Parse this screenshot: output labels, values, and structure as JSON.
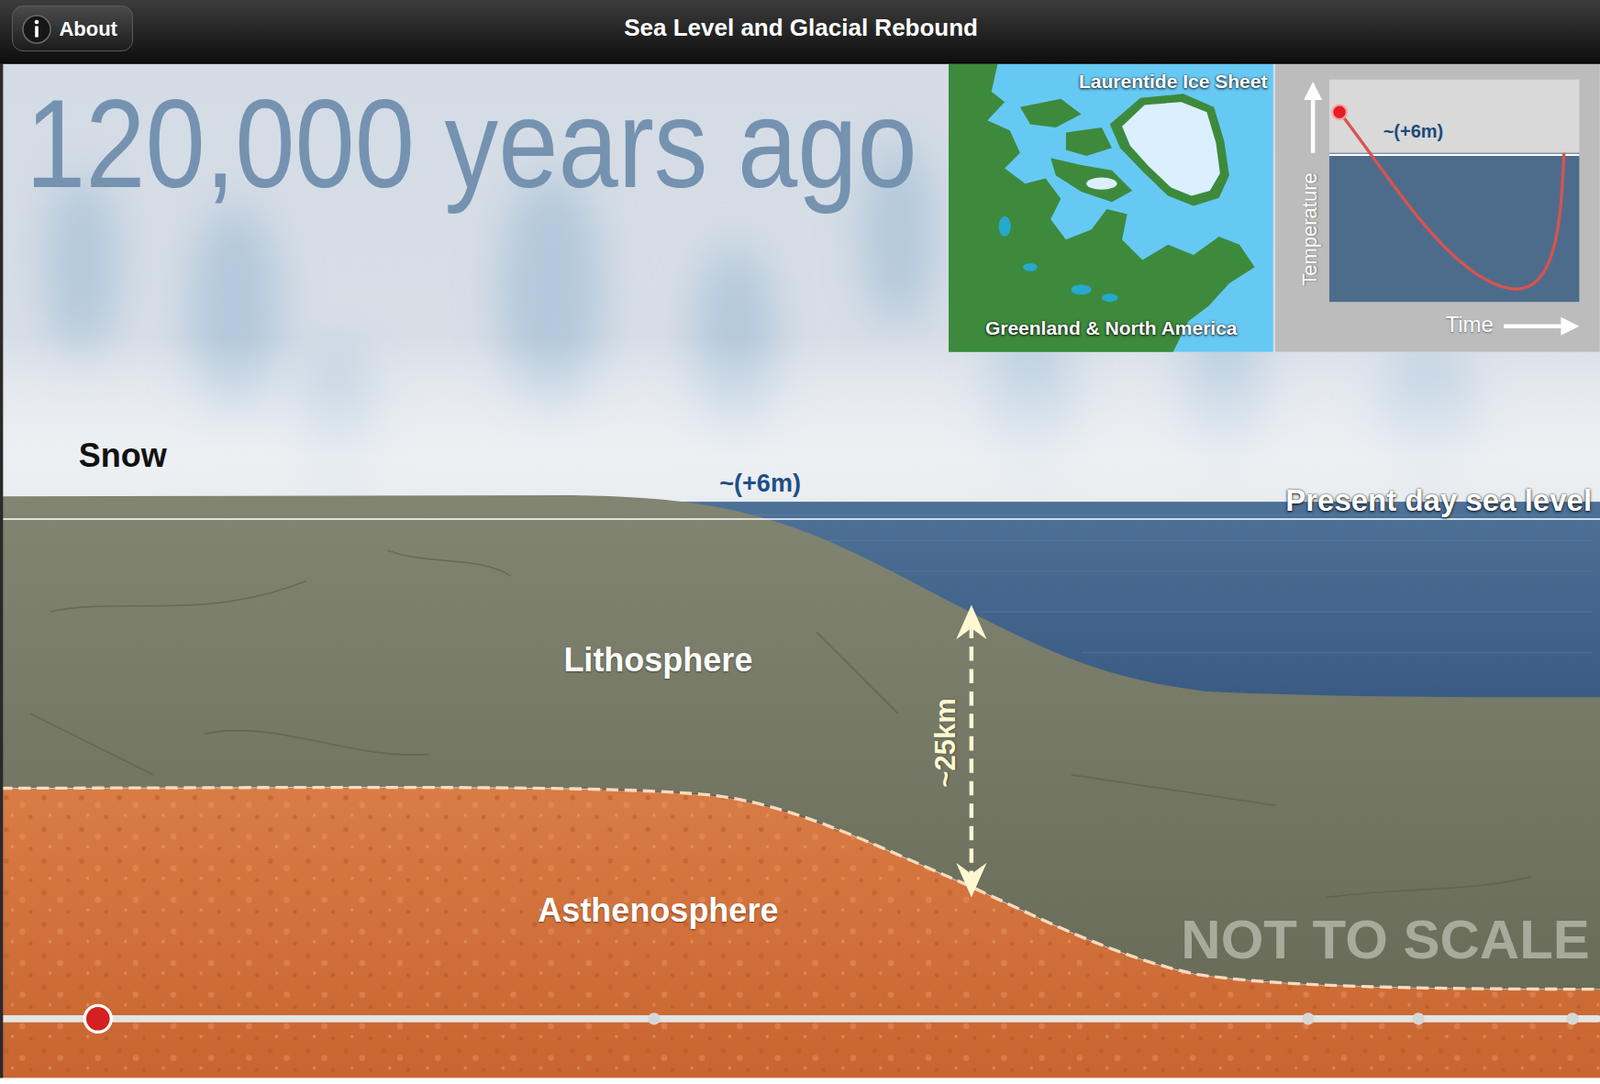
{
  "diagram": {
    "title": "Sea Level and Glacial Rebound",
    "nodes": [
      {
        "text": [
          "About"
        ]
      },
      {
        "text": [
          "Laurentide Ice Sheet",
          "Greenland & North America"
        ]
      },
      {
        "text": [
          "~(+6m)",
          "Temperature",
          "Time"
        ]
      },
      {
        "text": [
          "Lithosphere"
        ]
      },
      {
        "text": [
          "Asthenosphere"
        ]
      }
    ],
    "labels": [
      "120,000 years ago",
      "Snow",
      "~(+6m)",
      "Present day sea level",
      "~25km",
      "NOT TO SCALE"
    ]
  }
}
